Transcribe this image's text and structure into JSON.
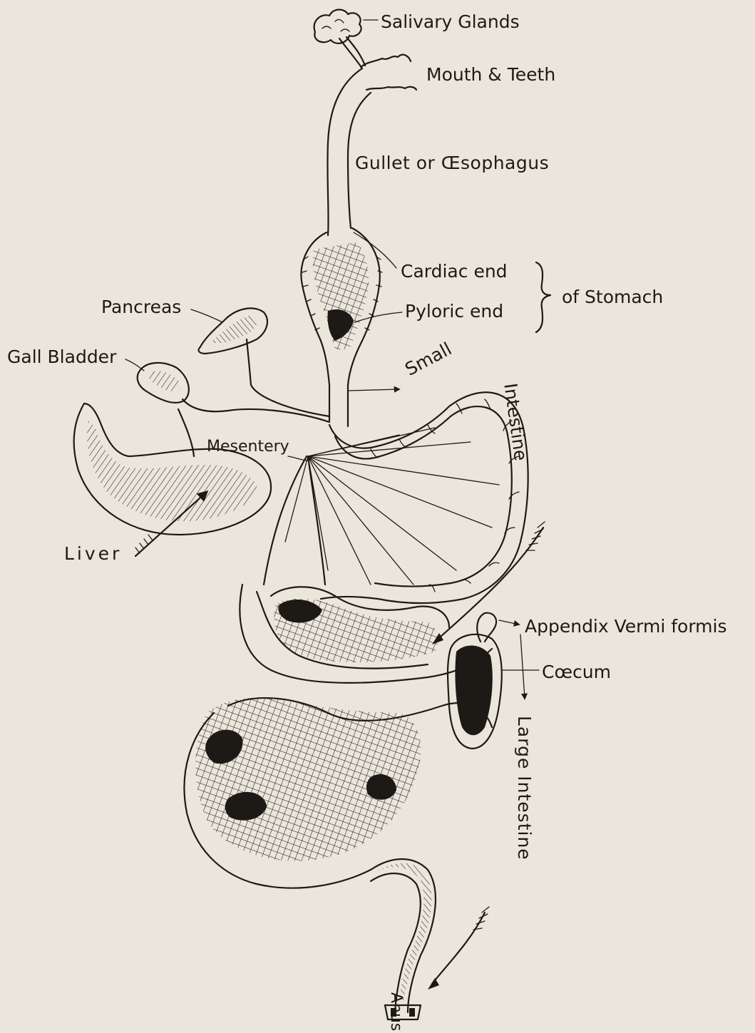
{
  "colors": {
    "paper": "#ebe6dc",
    "ink": "#1d1a16"
  },
  "labels": {
    "salivary_glands": "Salivary Glands",
    "mouth_teeth": "Mouth & Teeth",
    "gullet": "Gullet or Œsophagus",
    "cardiac_end": "Cardiac end",
    "pyloric_end": "Pyloric end",
    "of_stomach": "of Stomach",
    "pancreas": "Pancreas",
    "gall_bladder": "Gall Bladder",
    "small": "Small",
    "intestine": "Intestine",
    "mesentery": "Mesentery",
    "liver": "Liver",
    "appendix": "Appendix Vermi formis",
    "caecum": "Cœcum",
    "large_intestine": "Large Intestine",
    "anus": "Anus"
  }
}
